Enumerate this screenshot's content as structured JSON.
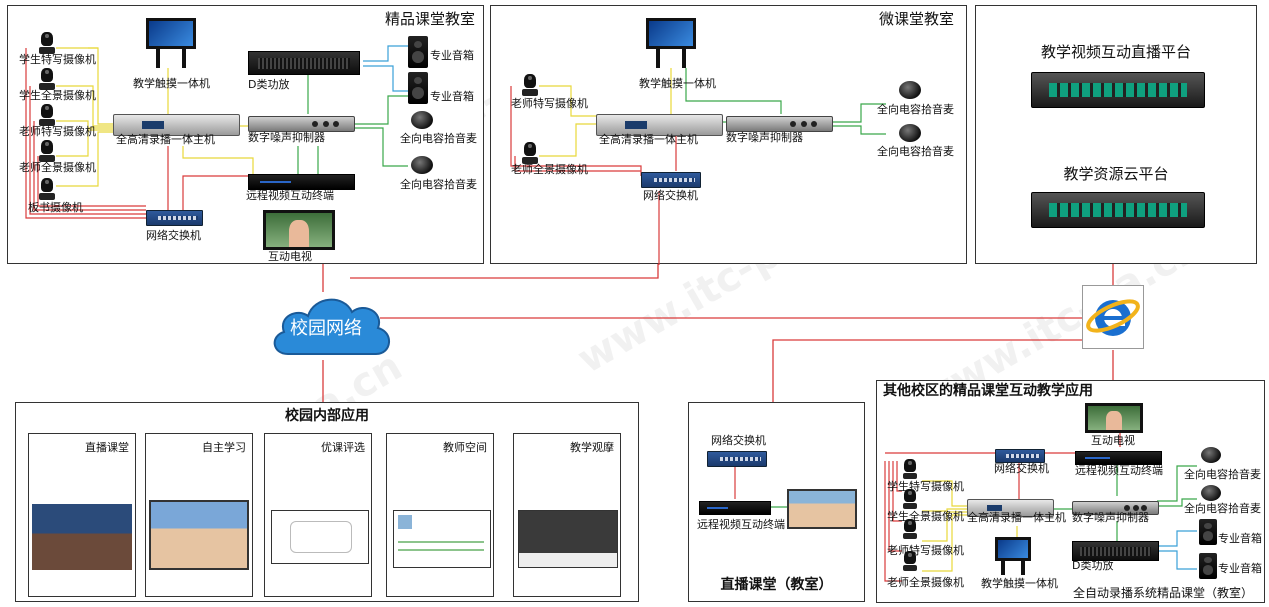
{
  "panels": {
    "premium_classroom": {
      "title": "精品课堂教室",
      "labels": {
        "student_closeup_cam": "学生特写摄像机",
        "student_panorama_cam": "学生全景摄像机",
        "teacher_closeup_cam": "老师特写摄像机",
        "teacher_panorama_cam": "老师全景摄像机",
        "board_cam": "板书摄像机",
        "touch_pc": "教学触摸一体机",
        "amp": "D类功放",
        "speaker1": "专业音箱",
        "speaker2": "专业音箱",
        "host": "全高清录播一体主机",
        "suppressor": "数字噪声抑制器",
        "mic1": "全向电容拾音麦",
        "mic2": "全向电容拾音麦",
        "terminal": "远程视频互动终端",
        "switch": "网络交换机",
        "tv": "互动电视"
      }
    },
    "micro_classroom": {
      "title": "微课堂教室",
      "labels": {
        "touch_pc": "教学触摸一体机",
        "teacher_closeup_cam": "老师特写摄像机",
        "teacher_panorama_cam": "老师全景摄像机",
        "host": "全高清录播一体主机",
        "suppressor": "数字噪声抑制器",
        "mic1": "全向电容拾音麦",
        "mic2": "全向电容拾音麦",
        "switch": "网络交换机"
      }
    },
    "platforms": {
      "live_platform": "教学视频互动直播平台",
      "cloud_platform": "教学资源云平台"
    },
    "network": {
      "campus_net": "校园网络"
    },
    "campus_apps": {
      "title": "校园内部应用",
      "items": [
        "直播课堂",
        "自主学习",
        "优课评选",
        "教师空间",
        "教学观摩"
      ]
    },
    "live_classroom": {
      "title": "直播课堂（教室）",
      "switch": "网络交换机",
      "terminal": "远程视频互动终端"
    },
    "other_campus": {
      "title": "其他校区的精品课堂互动教学应用",
      "footer": "全自动录播系统精品课堂（教室）",
      "labels": {
        "tv": "互动电视",
        "switch": "网络交换机",
        "terminal": "远程视频互动终端",
        "mic1": "全向电容拾音麦",
        "mic2": "全向电容拾音麦",
        "student_closeup_cam": "学生特写摄像机",
        "student_panorama_cam": "学生全景摄像机",
        "host": "全高清录播一体主机",
        "suppressor": "数字噪声抑制器",
        "teacher_closeup_cam": "老师特写摄像机",
        "amp": "D类功放",
        "speaker1": "专业音箱",
        "speaker2": "专业音箱",
        "teacher_panorama_cam": "老师全景摄像机",
        "touch_pc": "教学触摸一体机"
      }
    }
  },
  "colors": {
    "network_line": "#d93b3b",
    "video_line": "#e8d83a",
    "audio_line": "#3aa84a",
    "speaker_line": "#3aa0d8",
    "cloud": "#2a8ad8"
  }
}
